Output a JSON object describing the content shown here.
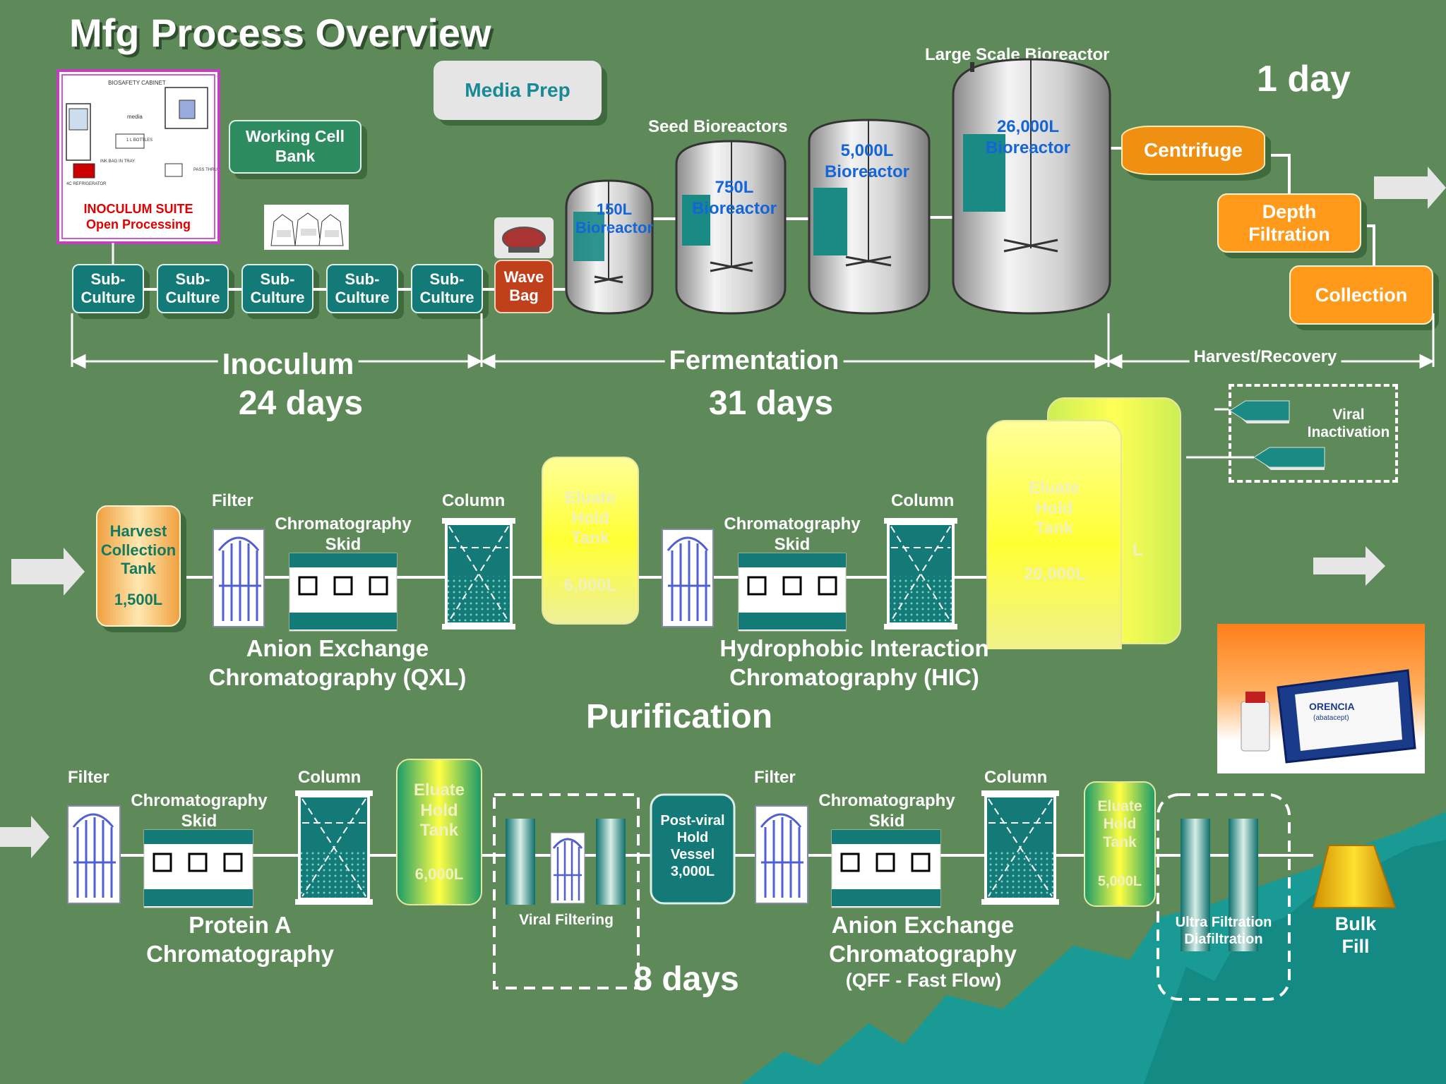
{
  "title": "Mfg Process Overview",
  "inoculum_photo": {
    "cabinet_label": "BIOSAFETY CABINET",
    "media_label": "media",
    "bottles_label": "1 L BOTTLES",
    "bag_label": "INK BAG IN TRAY",
    "fridge_label": "4C REFRIGERATOR",
    "pass_label": "PASS THRU",
    "suite_title": "INOCULUM SUITE",
    "suite_subtitle": "Open Processing"
  },
  "media_prep": "Media Prep",
  "working_cell_bank": "Working Cell\nBank",
  "subculture_label": "Sub-\nCulture",
  "wave_bag": "Wave\nBag",
  "seed_bioreactors_label": "Seed Bioreactors",
  "large_scale_label": "Large Scale Bioreactor",
  "bioreactors": [
    {
      "volume": "150L",
      "name": "Bioreactor"
    },
    {
      "volume": "750L",
      "name": "Bioreactor"
    },
    {
      "volume": "5,000L",
      "name": "Bioreactor"
    },
    {
      "volume": "26,000L",
      "name": "Bioreactor"
    }
  ],
  "one_day": "1 day",
  "centrifuge": "Centrifuge",
  "depth_filtration": "Depth\nFiltration",
  "collection": "Collection",
  "phases": {
    "inoculum": "Inoculum",
    "inoculum_days": "24 days",
    "fermentation": "Fermentation",
    "fermentation_days": "31 days",
    "harvest": "Harvest/Recovery"
  },
  "viral_inactivation": "Viral\nInactivation",
  "harvest_tank": {
    "name": "Harvest\nCollection\nTank",
    "volume": "1,500L"
  },
  "filter_label": "Filter",
  "column_label": "Column",
  "skid_label": "Chromatography\nSkid",
  "eluate_tank_label": "Eluate\nHold\nTank",
  "tank_volumes": {
    "qxl_eluate": "6,000L",
    "hic_eluate": "20,000L",
    "hic_back": "L",
    "protein_a_eluate": "6,000L",
    "qff_eluate": "5,000L"
  },
  "anion_qxl": "Anion Exchange\nChromatography (QXL)",
  "hic": "Hydrophobic Interaction\nChromatography (HIC)",
  "purification": "Purification",
  "protein_a": "Protein A\nChromatography",
  "viral_filtering": "Viral Filtering",
  "post_viral": "Post-viral\nHold\nVessel\n3,000L",
  "anion_qff": "Anion Exchange\nChromatography",
  "qff_sub": "(QFF - Fast Flow)",
  "ultra": "Ultra Filtration\nDiafiltration",
  "bulk_fill": "Bulk\nFill",
  "eight_days": "8 days",
  "product_photo": {
    "brand": "ORENCIA",
    "generic": "(abatacept)"
  },
  "colors": {
    "background": "#5e8a5a",
    "teal_box": "#137a78",
    "orange_box": "#ff9a1a",
    "eluate_yellow": "#ffff66",
    "mountains": "#1a9a94"
  }
}
